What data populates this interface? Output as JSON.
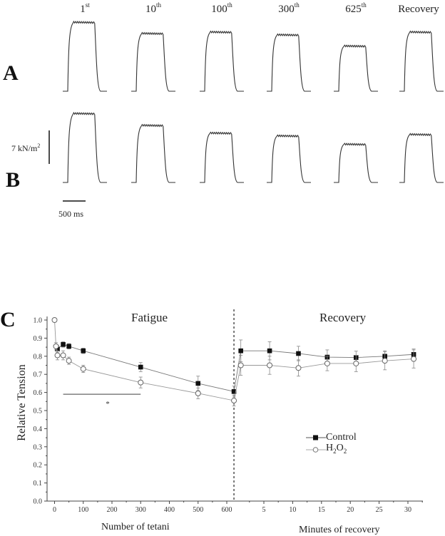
{
  "panels": {
    "A": {
      "letter": "A"
    },
    "B": {
      "letter": "B"
    },
    "C": {
      "letter": "C"
    }
  },
  "column_labels": [
    {
      "main": "1",
      "sup": "st"
    },
    {
      "main": "10",
      "sup": "th"
    },
    {
      "main": "100",
      "sup": "th"
    },
    {
      "main": "300",
      "sup": "th"
    },
    {
      "main": "625",
      "sup": "th"
    },
    {
      "main": "Recovery",
      "sup": ""
    }
  ],
  "scale_bars": {
    "force_label": "7 kN/m",
    "force_sup": "2",
    "time_label": "500 ms"
  },
  "traces": {
    "A_relative_heights": [
      1.0,
      0.84,
      0.86,
      0.82,
      0.66,
      0.86
    ],
    "B_relative_heights": [
      1.0,
      0.83,
      0.72,
      0.68,
      0.56,
      0.7
    ]
  },
  "chart_data": {
    "type": "line",
    "title": "",
    "section_labels": [
      "Fatigue",
      "Recovery"
    ],
    "ylabel": "Relative Tension",
    "xlabel_fatigue": "Number of tetani",
    "xlabel_recovery": "Minutes of recovery",
    "ylim": [
      0.0,
      1.0
    ],
    "yticks": [
      "0.0",
      "0.1",
      "0.2",
      "0.3",
      "0.4",
      "0.5",
      "0.6",
      "0.7",
      "0.8",
      "0.9",
      "1.0"
    ],
    "xticks_fatigue": [
      "0",
      "100",
      "200",
      "300",
      "400",
      "500",
      "600"
    ],
    "xticks_recovery": [
      "5",
      "10",
      "15",
      "20",
      "25",
      "30"
    ],
    "divider_at_tetani": 625,
    "legend": [
      "Control",
      "H2O2"
    ],
    "legend_position": "lower right",
    "significance": {
      "symbol": "*",
      "from_tetani": 30,
      "to_tetani": 300,
      "y": 0.59
    },
    "series": [
      {
        "name": "Control",
        "marker": "filled-square",
        "fatigue": {
          "x": [
            10,
            30,
            50,
            100,
            300,
            500,
            625
          ],
          "y": [
            0.84,
            0.865,
            0.855,
            0.83,
            0.74,
            0.65,
            0.605
          ],
          "err": [
            0.02,
            0.015,
            0.015,
            0.015,
            0.025,
            0.04,
            0.03
          ]
        },
        "recovery": {
          "x": [
            1,
            6,
            11,
            16,
            21,
            26,
            31
          ],
          "y": [
            0.83,
            0.83,
            0.815,
            0.795,
            0.793,
            0.8,
            0.81
          ],
          "err": [
            0.06,
            0.05,
            0.04,
            0.04,
            0.035,
            0.03,
            0.03
          ]
        }
      },
      {
        "name": "H2O2",
        "marker": "open-circle",
        "fatigue": {
          "x": [
            0,
            5,
            10,
            30,
            50,
            100,
            300,
            500,
            625
          ],
          "y": [
            1.0,
            0.855,
            0.805,
            0.805,
            0.775,
            0.73,
            0.655,
            0.595,
            0.555
          ],
          "err": [
            0.0,
            0.02,
            0.025,
            0.025,
            0.02,
            0.02,
            0.03,
            0.03,
            0.03
          ]
        },
        "recovery": {
          "x": [
            1,
            6,
            11,
            16,
            21,
            26,
            31
          ],
          "y": [
            0.75,
            0.75,
            0.735,
            0.76,
            0.76,
            0.775,
            0.785
          ],
          "err": [
            0.055,
            0.05,
            0.045,
            0.04,
            0.045,
            0.05,
            0.05
          ]
        }
      }
    ]
  }
}
